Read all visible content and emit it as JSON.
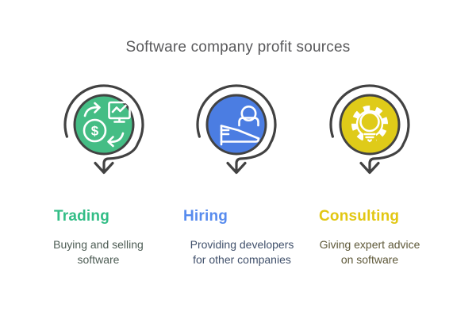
{
  "title": {
    "text": "Software company profit sources",
    "color": "#59595B"
  },
  "colors": {
    "background": "#ffffff",
    "ring_stroke": "#424242",
    "icon_stroke": "#ffffff"
  },
  "items": [
    {
      "id": "trading",
      "label": "Trading",
      "desc_line1": "Buying and selling",
      "desc_line2": "software",
      "heading_color": "#32BD86",
      "circle_color": "#45BD85",
      "desc_color": "#4D5C54",
      "icon": "trading-exchange-icon",
      "coin_symbol": "$"
    },
    {
      "id": "hiring",
      "label": "Hiring",
      "desc_line1": "Providing developers",
      "desc_line2": "for other companies",
      "heading_color": "#578BEE",
      "circle_color": "#4B7DE2",
      "desc_color": "#40506B",
      "icon": "person-at-desk-icon"
    },
    {
      "id": "consulting",
      "label": "Consulting",
      "desc_line1": "Giving expert advice",
      "desc_line2": "on software",
      "heading_color": "#E2C713",
      "circle_color": "#DFCB19",
      "desc_color": "#5E5838",
      "icon": "gear-lightbulb-icon"
    }
  ]
}
